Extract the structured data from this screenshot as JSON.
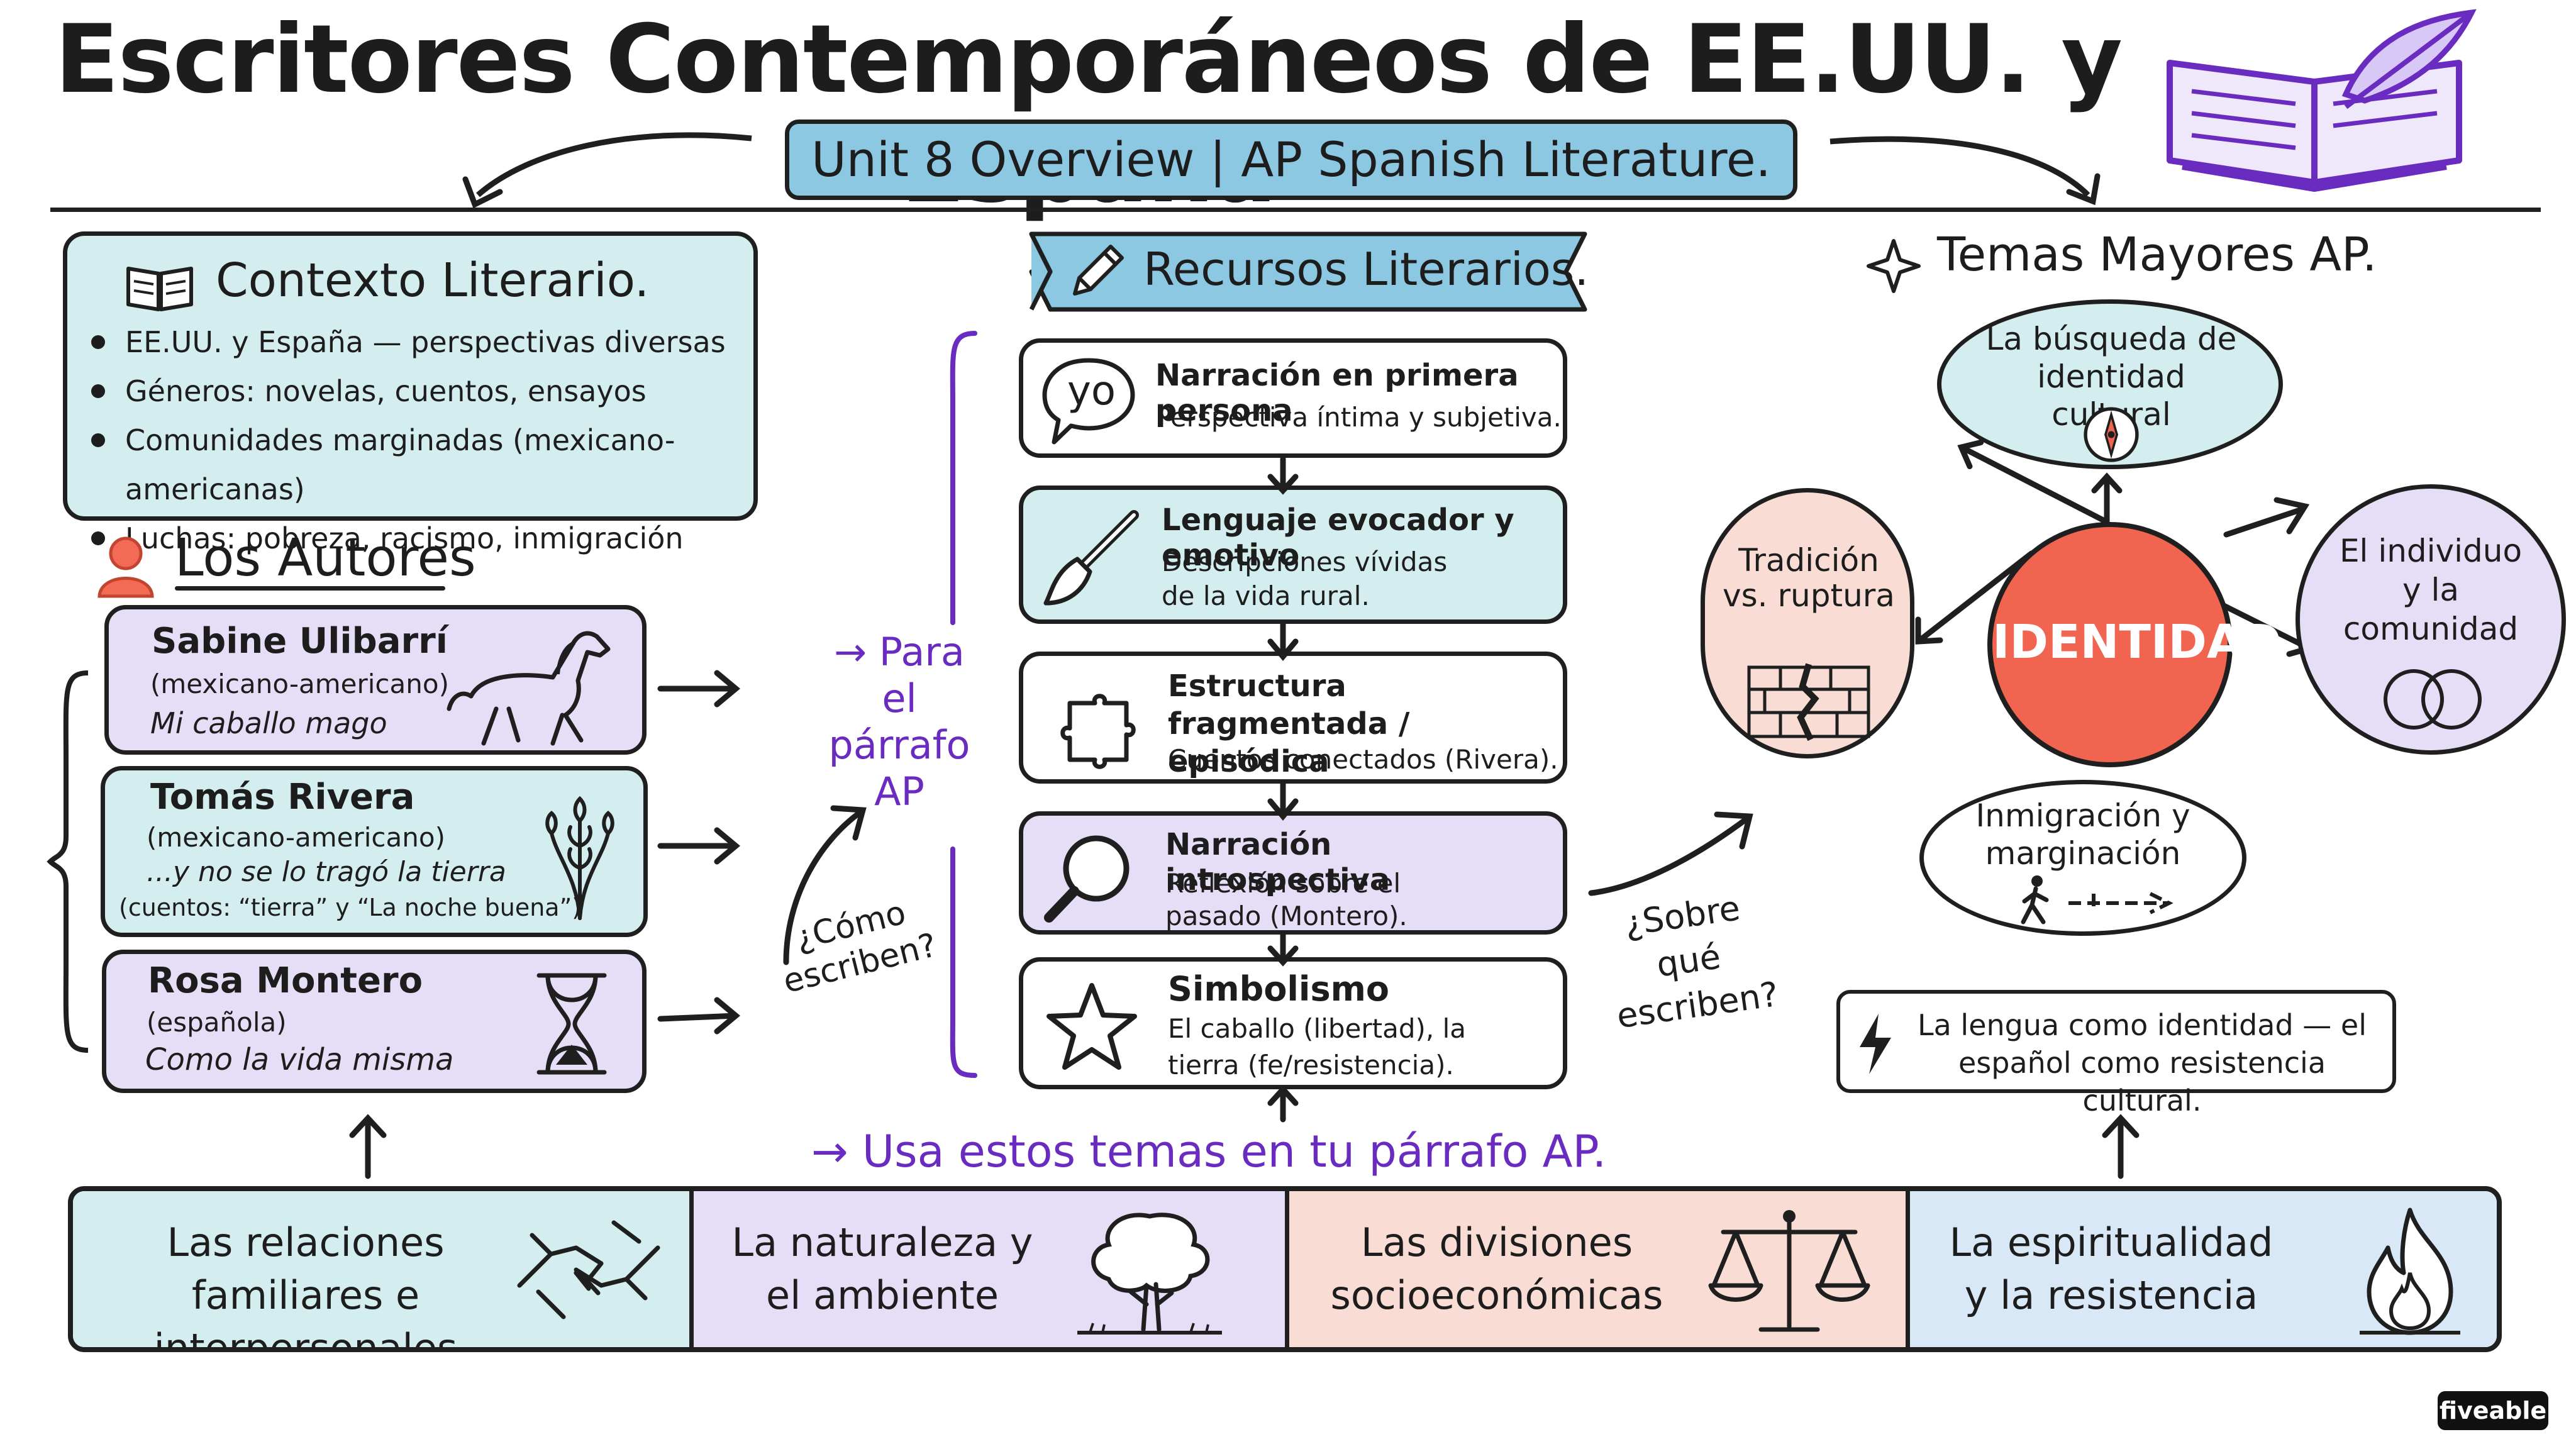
{
  "header": {
    "title": "Escritores Contemporáneos de EE.UU. y España",
    "subtitle": "Unit 8 Overview | AP Spanish Literature."
  },
  "contexto": {
    "title": "Contexto Literario.",
    "items": [
      "EE.UU. y España — perspectivas diversas",
      "Géneros: novelas, cuentos, ensayos",
      "Comunidades marginadas (mexicano-americanas)",
      "Luchas: pobreza, racismo, inmigración"
    ]
  },
  "autores": {
    "title": "Los Autores",
    "items": [
      {
        "name": "Sabine Ulibarrí",
        "origin": "(mexicano-americano)",
        "work": "Mi caballo mago",
        "extra": ""
      },
      {
        "name": "Tomás Rivera",
        "origin": "(mexicano-americano)",
        "work": "...y no se lo tragó la tierra",
        "extra": "(cuentos: “tierra” y “La noche buena”)"
      },
      {
        "name": "Rosa Montero",
        "origin": "(española)",
        "work": "Como la vida misma",
        "extra": ""
      }
    ]
  },
  "middle_notes": {
    "para": "→ Para el párrafo AP",
    "como": "¿Cómo escriben?",
    "sobre": "¿Sobre qué escriben?",
    "usa": "→ Usa estos temas en tu párrafo AP."
  },
  "recursos": {
    "title": "Recursos Literarios.",
    "yo_label": "yo",
    "items": [
      {
        "title": "Narración en primera persona",
        "desc": "Perspectiva íntima y subjetiva."
      },
      {
        "title": "Lenguaje evocador y emotivo",
        "desc": "Descripciones vívidas de la vida rural."
      },
      {
        "title": "Estructura fragmentada / episódica",
        "desc": "Cuentos conectados (Rivera)."
      },
      {
        "title": "Narración introspectiva",
        "desc": "Reflexión sobre el pasado (Montero)."
      },
      {
        "title": "Simbolismo",
        "desc": "El caballo (libertad), la tierra (fe/resistencia)."
      }
    ]
  },
  "temas": {
    "title": "Temas Mayores AP.",
    "center": "IDENTIDAD",
    "top": "La búsqueda de identidad cultural",
    "left": "Tradición vs. ruptura",
    "right": "El individuo y la comunidad",
    "bottom": "Inmigración y marginación",
    "note": "La lengua como identidad — el español como resistencia cultural."
  },
  "bottom_themes": [
    "Las relaciones familiares e interpersonales",
    "La naturaleza y el ambiente",
    "Las divisiones socioeconómicas",
    "La espiritualidad y la resistencia"
  ],
  "brand": "fiveable",
  "colors": {
    "teal": "#d4eef0",
    "lavender": "#e6def6",
    "peach": "#f9dcd3",
    "blue": "#d8e8f6",
    "accent": "#6a2cc0",
    "identity": "#f06450"
  }
}
